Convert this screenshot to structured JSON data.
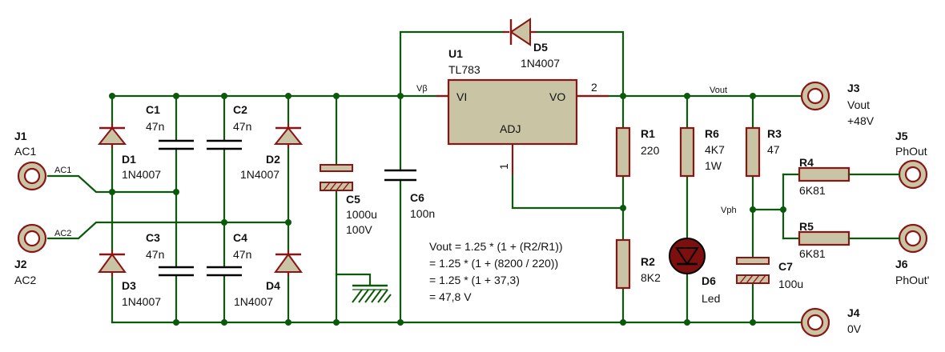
{
  "components": {
    "J1": {
      "ref": "J1",
      "value": "AC1"
    },
    "J2": {
      "ref": "J2",
      "value": "AC2"
    },
    "J3": {
      "ref": "J3",
      "value": "Vout",
      "value2": "+48V"
    },
    "J4": {
      "ref": "J4",
      "value": "0V"
    },
    "J5": {
      "ref": "J5",
      "value": "PhOut"
    },
    "J6": {
      "ref": "J6",
      "value": "PhOut'"
    },
    "D1": {
      "ref": "D1",
      "value": "1N4007"
    },
    "D2": {
      "ref": "D2",
      "value": "1N4007"
    },
    "D3": {
      "ref": "D3",
      "value": "1N4007"
    },
    "D4": {
      "ref": "D4",
      "value": "1N4007"
    },
    "D5": {
      "ref": "D5",
      "value": "1N4007"
    },
    "D6": {
      "ref": "D6",
      "value": "Led"
    },
    "C1": {
      "ref": "C1",
      "value": "47n"
    },
    "C2": {
      "ref": "C2",
      "value": "47n"
    },
    "C3": {
      "ref": "C3",
      "value": "47n"
    },
    "C4": {
      "ref": "C4",
      "value": "47n"
    },
    "C5": {
      "ref": "C5",
      "value": "1000u",
      "value2": "100V"
    },
    "C6": {
      "ref": "C6",
      "value": "100n"
    },
    "C7": {
      "ref": "C7",
      "value": "100u"
    },
    "R1": {
      "ref": "R1",
      "value": "220"
    },
    "R2": {
      "ref": "R2",
      "value": "8K2"
    },
    "R3": {
      "ref": "R3",
      "value": "47"
    },
    "R4": {
      "ref": "R4",
      "value": "6K81"
    },
    "R5": {
      "ref": "R5",
      "value": "6K81"
    },
    "R6": {
      "ref": "R6",
      "value": "4K7",
      "value2": "1W"
    },
    "U1": {
      "ref": "U1",
      "value": "TL783",
      "pin_vi": "VI",
      "pin_vo": "VO",
      "pin_adj": "ADJ",
      "pin1": "1",
      "pin2": "2"
    }
  },
  "nets": {
    "ac1": "AC1",
    "ac2": "AC2",
    "vb": "Vβ",
    "vout": "Vout",
    "vph": "Vph"
  },
  "equation": [
    "Vout = 1.25 * (1 + (R2/R1))",
    "= 1.25 * (1 + (8200 / 220))",
    "= 1.25 * (1 + 37,3)",
    "= 47,8 V"
  ]
}
